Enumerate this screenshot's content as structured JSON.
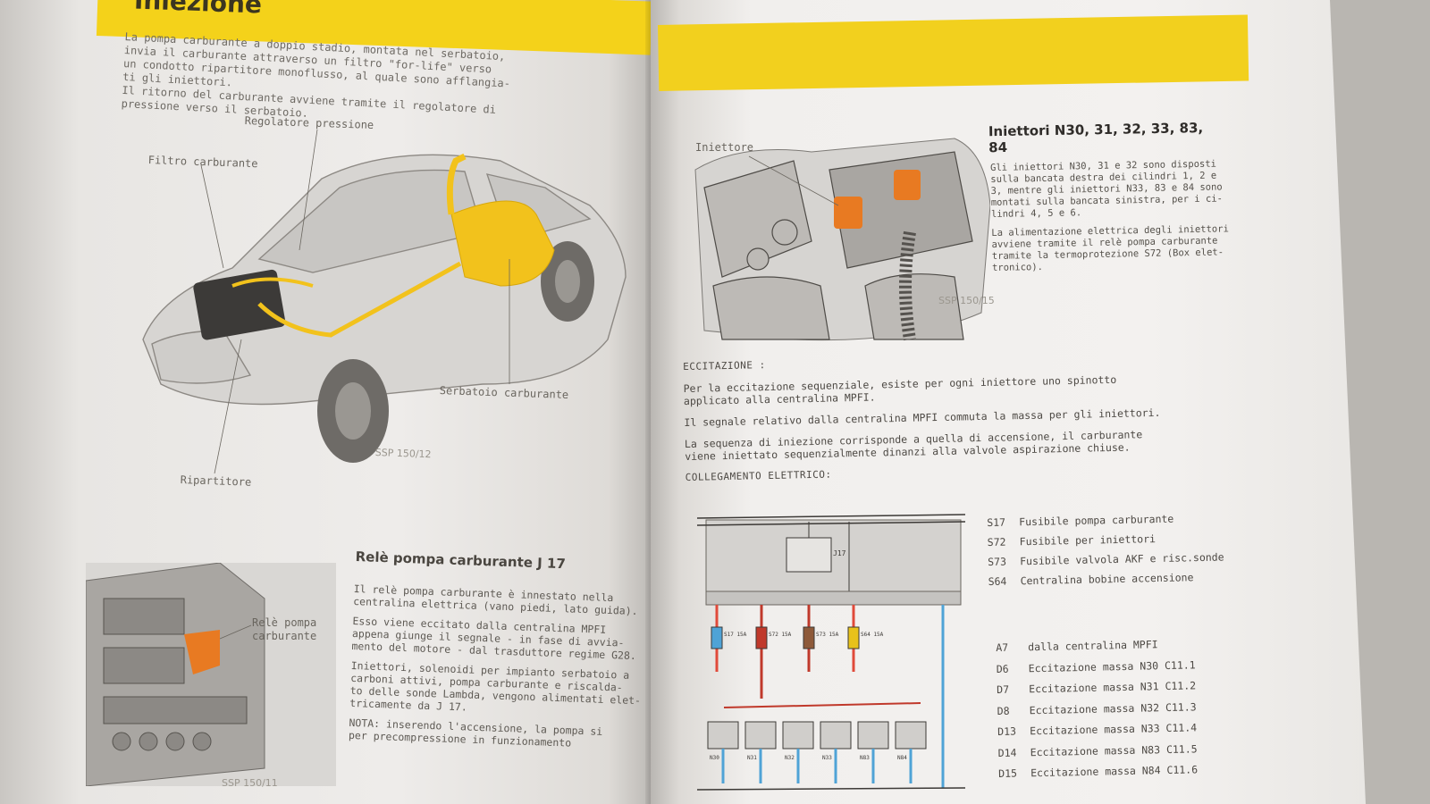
{
  "left_page": {
    "section_title": "Iniezione",
    "intro": "La pompa carburante a doppio stadio, montata nel serbatoio,\ninvia il carburante attraverso un filtro \"for-life\" verso\nun condotto ripartitore monoflusso, al quale sono afflangia-\nti gli iniettori.\nIl ritorno del carburante avviene tramite il regolatore di\npressione verso il serbatoio.",
    "labels": {
      "regolatore": "Regolatore pressione",
      "filtro": "Filtro carburante",
      "serbatoio": "Serbatoio carburante",
      "ripartitore": "Ripartitore",
      "ssp_car": "SSP 150/12",
      "rele_pompa": "Relè pompa\ncarburante",
      "ssp_relay": "SSP 150/11"
    },
    "relay_section": {
      "title": "Relè pompa carburante J 17",
      "paragraphs": [
        "Il relè pompa carburante è innestato nella\ncentralina elettrica (vano piedi, lato guida).",
        "Esso viene eccitato dalla centralina MPFI\nappena giunge il segnale - in fase di avvia-\nmento del motore - dal trasduttore regime G28.",
        "Iniettori, solenoidi per impianto serbatoio a\ncarboni attivi, pompa carburante e riscalda-\nto delle sonde Lambda, vengono alimentati elet-\ntricamente da J 17.",
        "NOTA: inserendo l'accensione, la pompa si\nper precompressione in funzionamento"
      ]
    }
  },
  "right_page": {
    "injector_label": "Iniettore",
    "ssp_inj": "SSP 150/15",
    "injector_title": "Iniettori N30, 31, 32, 33, 83, 84",
    "injector_paragraphs": [
      "Gli iniettori N30, 31 e 32 sono disposti\nsulla bancata destra dei cilindri 1, 2 e\n3, mentre gli iniettori N33, 83 e 84 sono\nmontati sulla bancata sinistra, per i ci-\nlindri 4, 5 e 6.",
      "La alimentazione elettrica degli iniettori\navviene tramite il relè pompa carburante\ntramite la termoprotezione S72 (Box elet-\ntronico)."
    ],
    "eccitazione_heading": "ECCITAZIONE :",
    "body_paragraphs": [
      "Per la eccitazione sequenziale, esiste per ogni iniettore uno spinotto\napplicato alla centralina MPFI.",
      "Il segnale relativo dalla centralina MPFI commuta la massa per gli iniettori.",
      "La sequenza di iniezione corrisponde a quella di accensione, il carburante\nviene iniettato sequenzialmente dinanzi alla valvole aspirazione chiuse."
    ],
    "collegamento_heading": "COLLEGAMENTO ELETTRICO:",
    "legend_top": [
      {
        "code": "S17",
        "text": "Fusibile pompa carburante"
      },
      {
        "code": "S72",
        "text": "Fusibile per iniettori"
      },
      {
        "code": "S73",
        "text": "Fusibile valvola AKF e risc.sonde"
      },
      {
        "code": "S64",
        "text": "Centralina bobine accensione"
      }
    ],
    "legend_bottom": [
      {
        "code": "A7",
        "text": "dalla centralina MPFI"
      },
      {
        "code": "D6",
        "text": "Eccitazione massa N30 C11.1"
      },
      {
        "code": "D7",
        "text": "Eccitazione massa N31 C11.2"
      },
      {
        "code": "D8",
        "text": "Eccitazione massa N32 C11.3"
      },
      {
        "code": "D13",
        "text": "Eccitazione massa N33 C11.4"
      },
      {
        "code": "D14",
        "text": "Eccitazione massa N83 C11.5"
      },
      {
        "code": "D15",
        "text": "Eccitazione massa N84 C11.6"
      }
    ],
    "wiring_labels": {
      "relay": "J17",
      "fuses": [
        "S17 15A",
        "S72 15A",
        "S73 15A",
        "S64 15A"
      ],
      "bottom_refs": [
        "N30",
        "N31",
        "N32",
        "N33",
        "N83",
        "N84"
      ]
    }
  },
  "colors": {
    "yellow": "#f2d01e",
    "orange": "#e87a22",
    "blue": "#4fa3d6",
    "red": "#c0392b"
  }
}
